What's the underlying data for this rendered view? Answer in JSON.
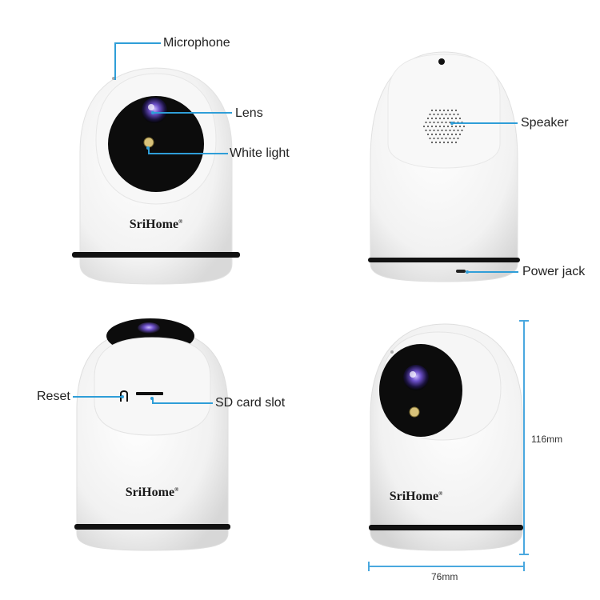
{
  "brand": {
    "name": "SriHome",
    "mark": "®"
  },
  "callouts": {
    "microphone": "Microphone",
    "lens": "Lens",
    "white_light": "White light",
    "speaker": "Speaker",
    "power_jack": "Power jack",
    "reset": "Reset",
    "sd_card_slot": "SD card slot"
  },
  "dimensions": {
    "height": "116mm",
    "width": "76mm"
  },
  "colors": {
    "accent": "#2f9ed8",
    "body": "#f4f4f4",
    "lens_dark": "#0c0c0c",
    "band": "#111111"
  }
}
